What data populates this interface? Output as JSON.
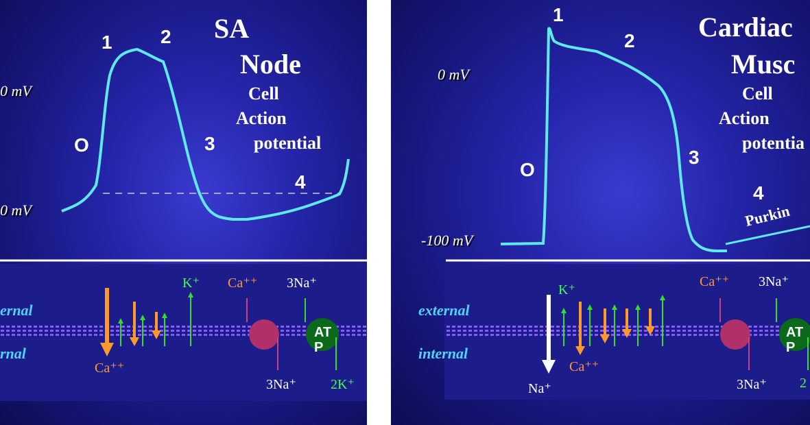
{
  "left_panel": {
    "title_line1": "SA",
    "title_line2": "Node",
    "subtitle_line1": "Cell",
    "subtitle_line2": "Action",
    "subtitle_line3": "potential",
    "phase_0": "O",
    "phase_1": "1",
    "phase_2": "2",
    "phase_3": "3",
    "phase_4": "4",
    "voltage_top": "0 mV",
    "voltage_bottom": "0 mV",
    "membrane_external": "ernal",
    "membrane_internal": "rnal",
    "ion_ca_in": "Ca⁺⁺",
    "ion_k": "K⁺",
    "ion_ca_pump": "Ca⁺⁺",
    "ion_3na_top": "3Na⁺",
    "ion_3na_bottom": "3Na⁺",
    "ion_2k": "2K⁺",
    "atp_label": "AT P"
  },
  "right_panel": {
    "title_line1": "Cardiac",
    "title_line2": "Musc",
    "subtitle_line1": "Cell",
    "subtitle_line2": "Action",
    "subtitle_line3": "potentia",
    "phase_0": "O",
    "phase_1": "1",
    "phase_2": "2",
    "phase_3": "3",
    "phase_4": "4",
    "voltage_top": "0 mV",
    "voltage_bottom": "-100 mV",
    "purkinje_label": "Purkin",
    "membrane_external": "external",
    "membrane_internal": "internal",
    "ion_na": "Na⁺",
    "ion_k": "K⁺",
    "ion_ca_in": "Ca⁺⁺",
    "ion_ca_pump": "Ca⁺⁺",
    "ion_3na_top": "3Na⁺",
    "ion_3na_bottom": "3Na⁺",
    "ion_2k_partial": "2",
    "atp_label": "AT P"
  },
  "colors": {
    "trace": "#5fe8ee",
    "membrane_band": "#1c1c8a",
    "lipid_dots": "#9a5cff",
    "ca_arrow": "#ff9a2a",
    "k_arrow": "#33dd33",
    "na_arrow": "#ffffff",
    "pump_ca": "#b0306a",
    "pump_atp": "#0a6a1a",
    "label_blue": "#4fd3ff"
  }
}
